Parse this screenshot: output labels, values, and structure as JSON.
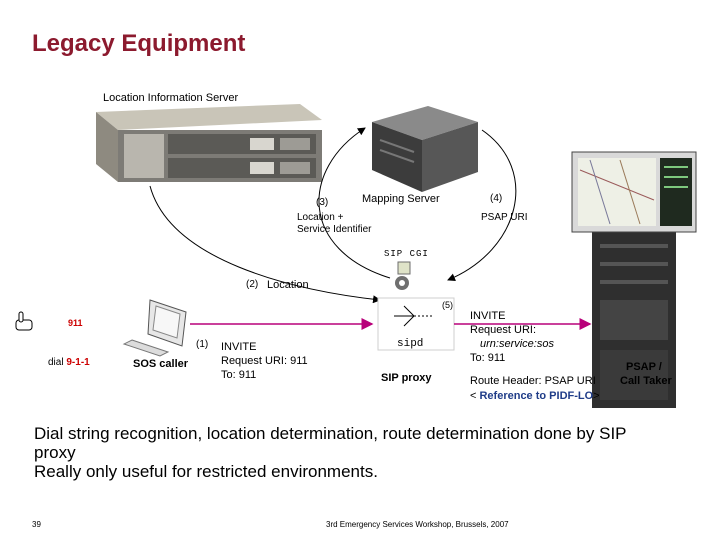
{
  "title": "Legacy Equipment",
  "lis_label": "Location Information Server",
  "mapping_server_label": "Mapping Server",
  "step3": "(3)",
  "step4": "(4)",
  "location_plus": "Location +",
  "service_identifier": "Service Identifier",
  "psap_uri": "PSAP URI",
  "sip_cgi": "SIP CGI",
  "step2": "(2)",
  "location_word": "Location",
  "step5": "(5)",
  "step1": "(1)",
  "sipd": "sipd",
  "sip_proxy": "SIP proxy",
  "dial_prefix": "dial ",
  "dial_number": "9-1-1",
  "phone_number": "911",
  "sos_caller": "SOS caller",
  "invite1": {
    "line1": "INVITE",
    "line2": "Request URI: 911",
    "line3": "To: 911"
  },
  "invite2": {
    "line1": "INVITE",
    "line2": "Request URI:",
    "line3": "urn:service:sos",
    "line4": "To: 911",
    "line5": "Route Header: PSAP URI",
    "line6_prefix": "< ",
    "line6_link": "Reference to PIDF-LO",
    "line6_suffix": ">"
  },
  "psap_line1": "PSAP /",
  "psap_line2": "Call Taker",
  "body_line1": "Dial string recognition, location determination, route determination done by SIP",
  "body_line2": "proxy",
  "body_line3": "Really only useful for restricted environments.",
  "page_number": "39",
  "footer": "3rd Emergency Services Workshop, Brussels, 2007",
  "colors": {
    "title": "#8c1a2e",
    "arrow": "#b8007a",
    "link": "#1f3c88",
    "dial": "#cc0000"
  },
  "icons": [
    "hand-pointer-icon",
    "phone-icon",
    "computer-icon",
    "gear-icon",
    "server-icon",
    "rack-server-icon",
    "monitor-icon"
  ]
}
